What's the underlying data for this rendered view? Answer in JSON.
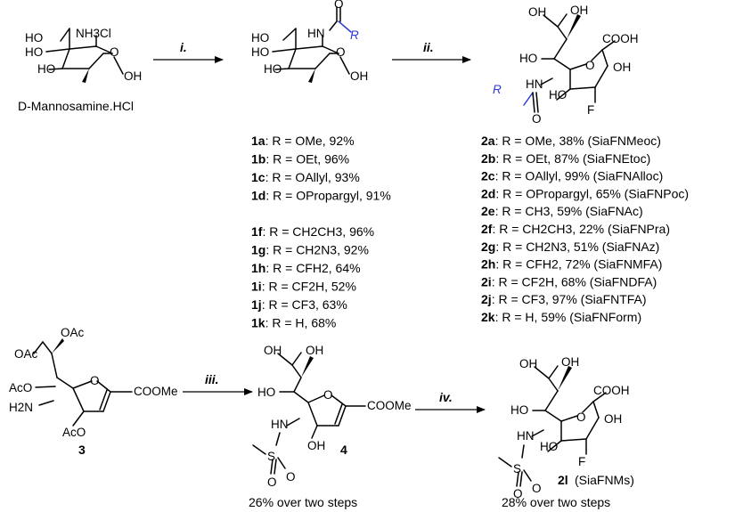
{
  "starting_material": {
    "name": "D-Mannosamine.HCl",
    "atoms": {
      "ho6": "HO",
      "nh3cl": "NH3Cl",
      "ho4": "HO",
      "ho3": "HO",
      "o_ring": "O",
      "oh1": "OH"
    }
  },
  "steps": {
    "i": "i.",
    "ii": "ii.",
    "iii": "iii.",
    "iv": "iv."
  },
  "compound1": {
    "atoms": {
      "ho6": "HO",
      "hn": "HN",
      "o_carbonyl": "O",
      "r": "R",
      "ho4": "HO",
      "ho3": "HO",
      "o_ring": "O",
      "oh1": "OH"
    },
    "list": [
      {
        "label": "1a",
        "text": ": R = OMe, 92%"
      },
      {
        "label": "1b",
        "text": ": R = OEt, 96%"
      },
      {
        "label": "1c",
        "text": ": R = OAllyl, 93%"
      },
      {
        "label": "1d",
        "text": ": R = OPropargyl, 91%"
      },
      {
        "label": "1f",
        "text": ": R = CH2CH3, 96%"
      },
      {
        "label": "1g",
        "text": ": R = CH2N3, 92%"
      },
      {
        "label": "1h",
        "text": ": R = CFH2, 64%"
      },
      {
        "label": "1i",
        "text": ": R = CF2H, 52%"
      },
      {
        "label": "1j",
        "text": ": R = CF3, 63%"
      },
      {
        "label": "1k",
        "text": ": R = H, 68%"
      }
    ]
  },
  "compound2": {
    "atoms": {
      "oh_top1": "OH",
      "oh_top2": "OH",
      "cooh": "COOH",
      "ho": "HO",
      "o_ring": "O",
      "oh": "OH",
      "hn": "HN",
      "r": "R",
      "ho_ring": "HO",
      "f": "F",
      "o_carbonyl": "O"
    },
    "list": [
      {
        "label": "2a",
        "text": ": R = OMe, 38% (SiaFNMeoc)"
      },
      {
        "label": "2b",
        "text": ": R = OEt, 87% (SiaFNEtoc)"
      },
      {
        "label": "2c",
        "text": ": R = OAllyl, 99% (SiaFNAlloc)"
      },
      {
        "label": "2d",
        "text": ": R = OPropargyl, 65% (SiaFNPoc)"
      },
      {
        "label": "2e",
        "text": ": R = CH3, 59% (SiaFNAc)"
      },
      {
        "label": "2f",
        "text": ": R = CH2CH3, 22% (SiaFNPra)"
      },
      {
        "label": "2g",
        "text": ": R = CH2N3, 51%  (SiaFNAz)"
      },
      {
        "label": "2h",
        "text": ": R = CFH2, 72% (SiaFNMFA)"
      },
      {
        "label": "2i",
        "text": ": R = CF2H, 68% (SiaFNDFA)"
      },
      {
        "label": "2j",
        "text": ": R = CF3, 97% (SiaFNTFA)"
      },
      {
        "label": "2k",
        "text": ": R = H, 59% (SiaFNForm)"
      }
    ]
  },
  "compound3": {
    "label": "3",
    "atoms": {
      "oac_top1": "OAc",
      "oac_top2": "OAc",
      "aco": "AcO",
      "o_ring": "O",
      "coome": "COOMe",
      "h2n": "H2N",
      "aco_bottom": "AcO"
    }
  },
  "compound4": {
    "label": "4",
    "atoms": {
      "oh_top1": "OH",
      "oh_top2": "OH",
      "ho": "HO",
      "o_ring": "O",
      "coome": "COOMe",
      "hn": "HN",
      "s": "S",
      "o1": "O",
      "o2": "O",
      "oh_bottom": "OH"
    },
    "yield": "26% over two steps"
  },
  "compound2l": {
    "label": "2l",
    "name": "(SiaFNMs)",
    "atoms": {
      "oh_top1": "OH",
      "oh_top2": "OH",
      "cooh": "COOH",
      "ho": "HO",
      "o_ring": "O",
      "oh": "OH",
      "hn": "HN",
      "ho_ring": "HO",
      "f": "F",
      "s": "S",
      "o1": "O",
      "o2": "O"
    },
    "yield": "28% over two steps"
  }
}
